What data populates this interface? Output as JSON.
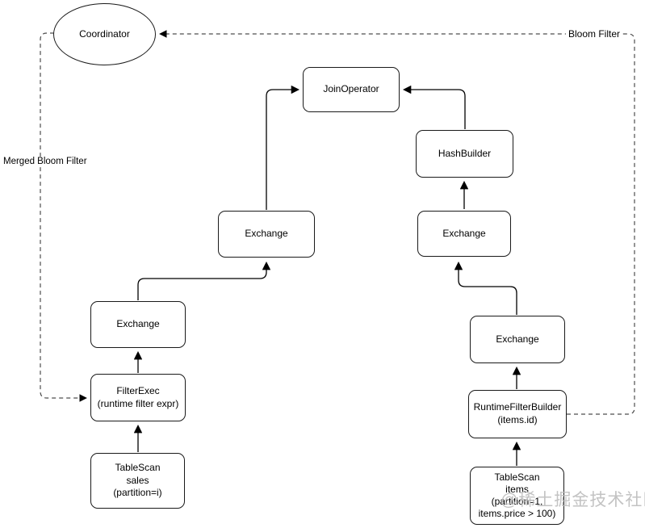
{
  "diagram": {
    "nodes": {
      "coordinator": {
        "label": "Coordinator"
      },
      "join_operator": {
        "label": "JoinOperator"
      },
      "hash_builder": {
        "label": "HashBuilder"
      },
      "exchange_probe_upper": {
        "label": "Exchange"
      },
      "exchange_probe_lower": {
        "label": "Exchange"
      },
      "filter_exec": {
        "label": "FilterExec\n(runtime filter expr)"
      },
      "table_scan_sales": {
        "label": "TableScan\nsales\n(partition=i)"
      },
      "exchange_build_upper": {
        "label": "Exchange"
      },
      "exchange_build_lower": {
        "label": "Exchange"
      },
      "runtime_filter_builder": {
        "label": "RuntimeFilterBuilder\n(items.id)"
      },
      "table_scan_items": {
        "label": "TableScan\nitems\n(partition=1,\nitems.price > 100)"
      }
    },
    "edge_labels": {
      "bloom_filter": "Bloom Filter",
      "merged_bloom_filter": "Merged Bloom Filter"
    },
    "watermark": "@稀土掘金技术社区",
    "colors": {
      "solid_line": "#000000",
      "dashed_line": "#4d4d4d",
      "node_border": "#1a1a1a",
      "node_fill": "#ffffff",
      "watermark": "#bdbdbd"
    }
  }
}
